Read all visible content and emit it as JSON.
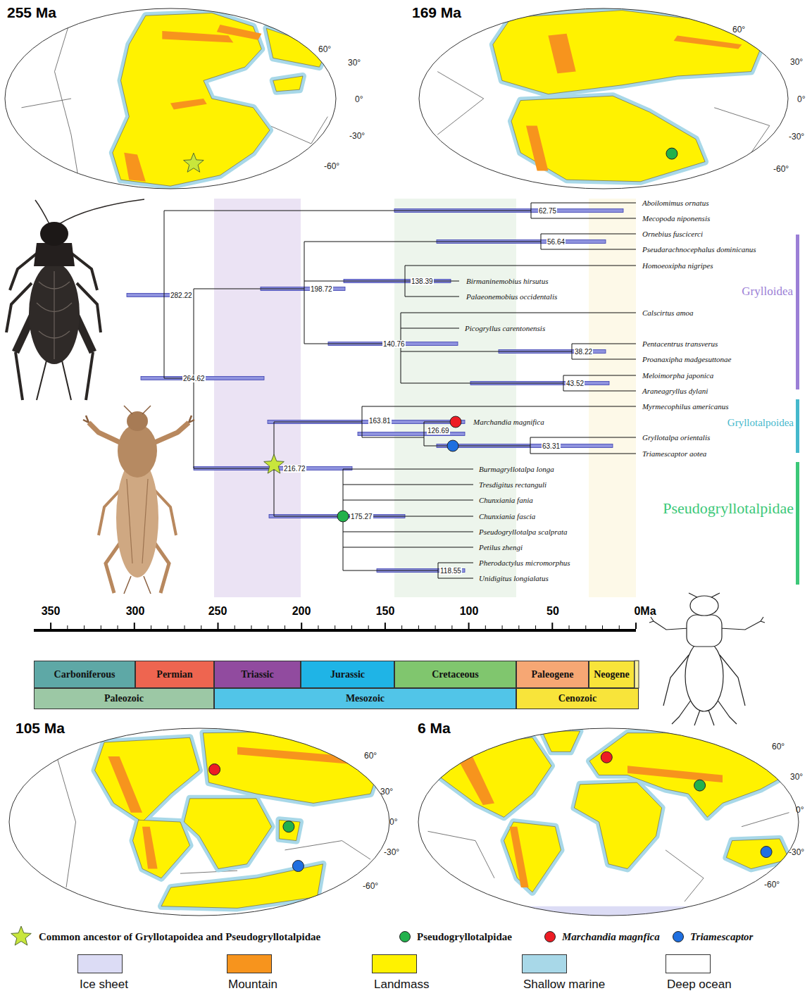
{
  "diagram": {
    "nodes": [
      {
        "text": [
          "Carboniferous"
        ]
      },
      {
        "text": [
          "Permian"
        ]
      },
      {
        "text": [
          "Triassic"
        ]
      },
      {
        "text": [
          "Jurassic"
        ]
      },
      {
        "text": [
          "Cretaceous"
        ]
      },
      {
        "text": [
          "Paleogene"
        ]
      },
      {
        "text": [
          "Neogene"
        ]
      },
      {
        "text": [
          "Paleozoic"
        ]
      },
      {
        "text": [
          "Mesozoic"
        ]
      },
      {
        "text": [
          "Cenozoic"
        ]
      }
    ],
    "labels": [
      "255 Ma",
      "60°",
      "30°",
      "0°",
      "-30°",
      "-60°",
      "169 Ma",
      "60°",
      "30°",
      "0°",
      "-30°",
      "-60°",
      "Aboilomimus ornatus",
      "62.75",
      "Mecopoda niponensis",
      "Ornebius fuscicerci",
      "56.64",
      "Pseudarachnocephalus dominicanus",
      "Homoeoxipha nigripes",
      "Birmaninemobius hirsutus",
      "138.39",
      "198.72",
      "282.22",
      "Palaeonemobius occidentalis",
      "Grylloidea",
      "Calscirtus amoa",
      "Picogryllus carentonensis",
      "140.76",
      "Pentacentrus transverus",
      "38.22",
      "Proanaxipha madgesuttonae",
      "Meloimorpha japonica",
      "43.52",
      "264.62",
      "Araneagryllus dylani",
      "Myrmecophilus americanus",
      "163.81",
      "Marchandia magnifica",
      "Gryllotalpoidea",
      "126.69",
      "Gryllotalpa orientalis",
      "63.31",
      "Triamescaptor aotea",
      "216.72",
      "Burmagryllotalpa longa",
      "Tresdigitus rectanguli",
      "Chunxiania fania",
      "Pseudogryllotalpidae",
      "Chunxiania fascia",
      "175.27",
      "Pseudogryllotalpa scalprata",
      "Petilus zhengi",
      "Pherodactylus micromorphus",
      "118.55",
      "Unidigitus longialatus",
      "350",
      "300",
      "250",
      "200",
      "150",
      "100",
      "50",
      "0Ma",
      "105 Ma",
      "60°",
      "30°",
      "0°",
      "-30°",
      "-60°",
      "6 Ma",
      "60°",
      "30°",
      "0°",
      "-30°",
      "-60°"
    ],
    "legend": [
      {
        "text": "Common ancestor of Gryllotapoidea and Pseudogryllotalpidae"
      },
      {
        "text": "Pseudogryllotalpidae",
        "color": "#22b14c"
      },
      {
        "text": "Marchandia magnfica",
        "color": "#ed1c24"
      },
      {
        "text": "Triamescaptor",
        "color": "#1f6fe0"
      },
      {
        "text": "Ice sheet",
        "color": "#dcdcf5"
      },
      {
        "text": "Mountain",
        "color": "#f7941d"
      },
      {
        "text": "Landmass",
        "color": "#fff200"
      },
      {
        "text": "Shallow marine",
        "color": "#a8d8e8"
      },
      {
        "text": "Deep ocean",
        "color": "#ffffff"
      }
    ]
  }
}
